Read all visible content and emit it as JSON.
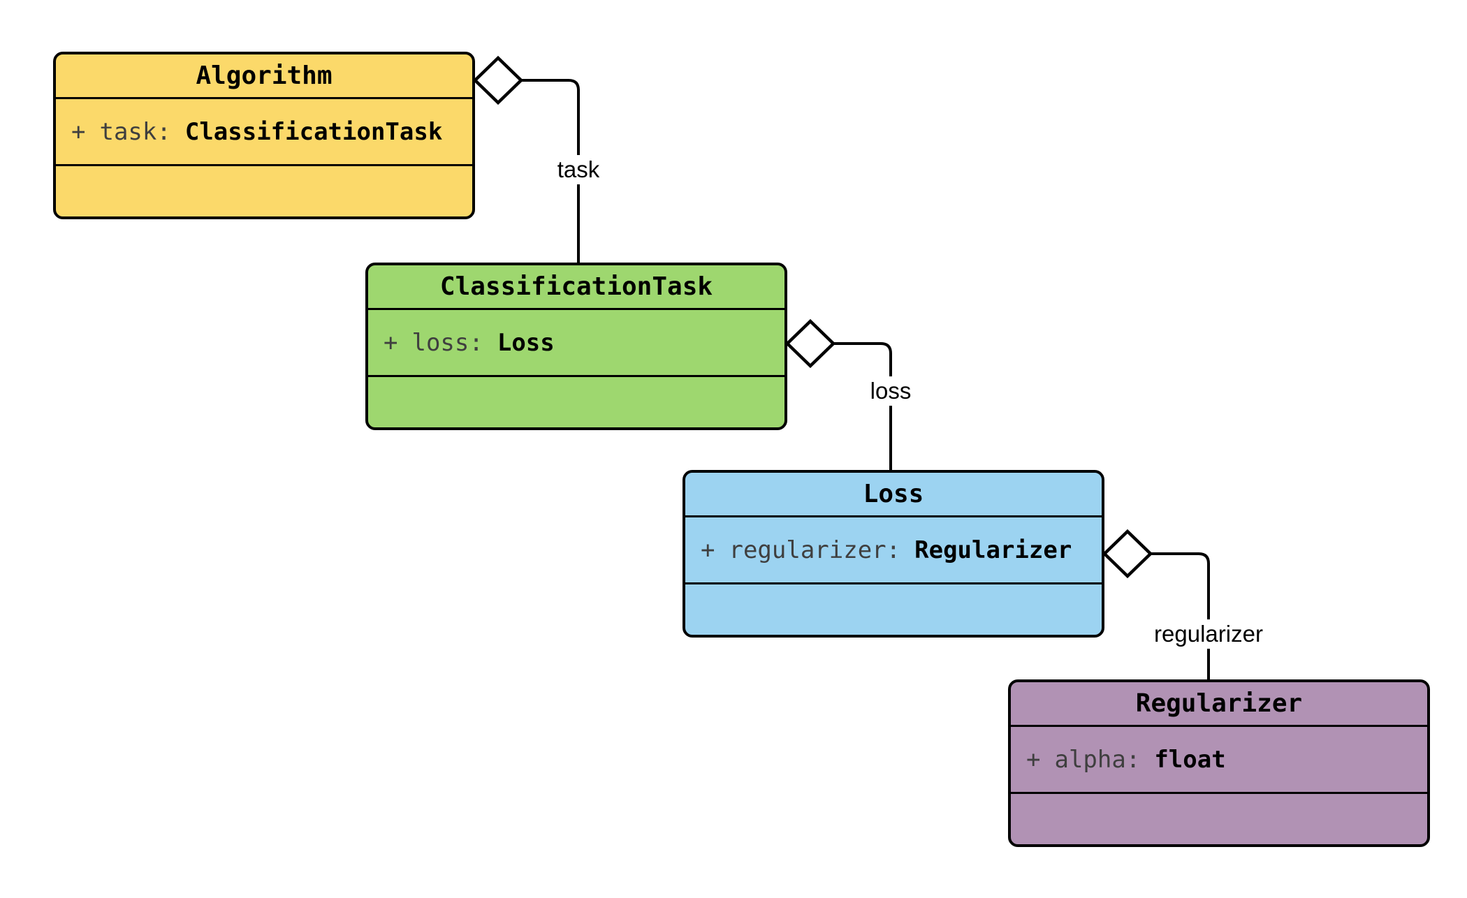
{
  "diagram": {
    "type": "uml-class-diagram",
    "relationship_kind": "aggregation",
    "classes": [
      {
        "name": "Algorithm",
        "fill": "#FBD96A",
        "attributes": [
          {
            "visibility": "+",
            "name": "task",
            "separator": ":",
            "type": "ClassificationTask"
          }
        ]
      },
      {
        "name": "ClassificationTask",
        "fill": "#9ED76F",
        "attributes": [
          {
            "visibility": "+",
            "name": "loss",
            "separator": ":",
            "type": "Loss"
          }
        ]
      },
      {
        "name": "Loss",
        "fill": "#9CD3F1",
        "attributes": [
          {
            "visibility": "+",
            "name": "regularizer",
            "separator": ":",
            "type": "Regularizer"
          }
        ]
      },
      {
        "name": "Regularizer",
        "fill": "#B192B4",
        "attributes": [
          {
            "visibility": "+",
            "name": "alpha",
            "separator": ":",
            "type": "float"
          }
        ]
      }
    ],
    "edges": [
      {
        "label": "task",
        "from": "Algorithm",
        "to": "ClassificationTask"
      },
      {
        "label": "loss",
        "from": "ClassificationTask",
        "to": "Loss"
      },
      {
        "label": "regularizer",
        "from": "Loss",
        "to": "Regularizer"
      }
    ],
    "colors": {
      "line": "#000000",
      "diamond_fill": "#FFFFFF",
      "background": "#FFFFFF",
      "attr_name_text": "#3F3F3F",
      "attr_type_text": "#000000"
    }
  }
}
